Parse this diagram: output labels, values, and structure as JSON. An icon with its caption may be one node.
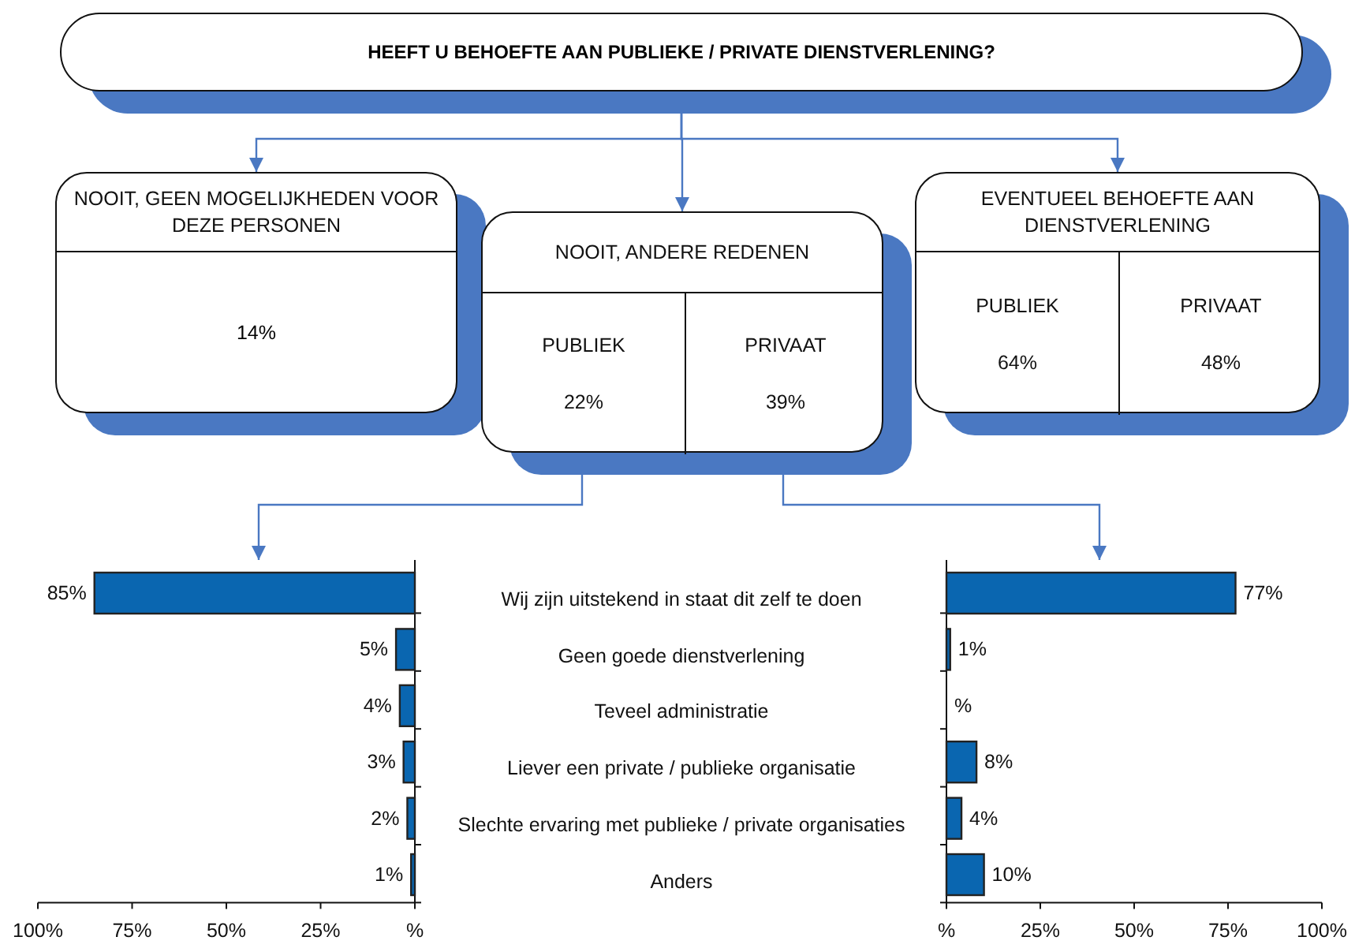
{
  "diagram": {
    "nodes": [
      {
        "text": [
          "HEEFT U BEHOEFTE AAN PUBLIEKE / PRIVATE DIENSTVERLENING?"
        ]
      },
      {
        "text": [
          "NOOIT, GEEN MOGELIJKHEDEN VOOR DEZE PERSONEN",
          "14%"
        ]
      },
      {
        "text": [
          "NOOIT, ANDERE REDENEN"
        ]
      },
      {
        "text": [
          "PUBLIEK",
          "22%"
        ],
        "in": 2
      },
      {
        "text": [
          "PRIVAAT",
          "39%"
        ],
        "in": 2
      },
      {
        "text": [
          "EVENTUEEL BEHOEFTE AAN DIENSTVERLENING"
        ]
      },
      {
        "text": [
          "PUBLIEK",
          "64%"
        ],
        "in": 5
      },
      {
        "text": [
          "PRIVAAT",
          "48%"
        ],
        "in": 5
      },
      {
        "text": [],
        "shape": "chart"
      },
      {
        "text": [],
        "shape": "chart"
      }
    ],
    "edges": [
      {
        "from": 0,
        "to": 1,
        "arrow": "to"
      },
      {
        "from": 0,
        "to": 2,
        "arrow": "to"
      },
      {
        "from": 0,
        "to": 5,
        "arrow": "to"
      },
      {
        "from": 3,
        "to": 8,
        "arrow": "to"
      },
      {
        "from": 4,
        "to": 9,
        "arrow": "to"
      }
    ],
    "chart_data": [
      {
        "type": "bar",
        "orientation": "horizontal",
        "categories": [
          null,
          null,
          null,
          null,
          null,
          null
        ],
        "series": [
          {
            "values": [
              85,
              5,
              4,
              3,
              2,
              1
            ]
          }
        ],
        "xlim": [
          100,
          0
        ],
        "xticks": [
          {
            "value": 100,
            "label": "100%"
          },
          {
            "value": 75,
            "label": "75%"
          },
          {
            "value": 50,
            "label": "50%"
          },
          {
            "value": 25,
            "label": "25%"
          },
          {
            "value": 0,
            "label": "%"
          }
        ],
        "value_labels": [
          "85%",
          "5%",
          "4%",
          "3%",
          "2%",
          "1%"
        ]
      },
      {
        "type": "bar",
        "orientation": "horizontal",
        "categories": [
          "Wij zijn uitstekend in staat dit zelf te doen",
          "Geen goede dienstverlening",
          "Teveel administratie",
          "Liever een private / publieke organisatie",
          "Slechte ervaring met publieke / private organisaties",
          "Anders"
        ],
        "series": [
          {
            "values": [
              77,
              1,
              0,
              8,
              4,
              10
            ]
          }
        ],
        "xlim": [
          0,
          100
        ],
        "xticks": [
          {
            "value": 0,
            "label": "%"
          },
          {
            "value": 25,
            "label": "25%"
          },
          {
            "value": 50,
            "label": "50%"
          },
          {
            "value": 75,
            "label": "75%"
          },
          {
            "value": 100,
            "label": "100%"
          }
        ],
        "value_labels": [
          "77%",
          "1%",
          "%",
          "8%",
          "4%",
          "10%"
        ]
      }
    ]
  }
}
